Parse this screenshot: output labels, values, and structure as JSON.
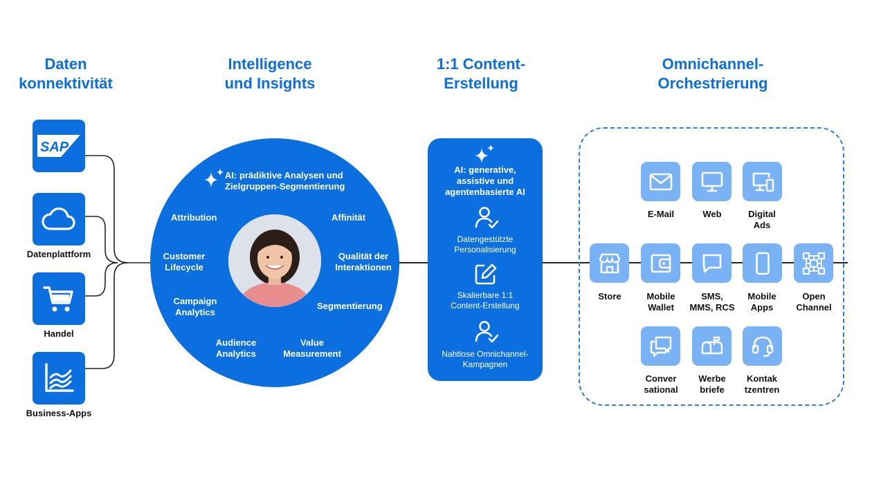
{
  "headings": {
    "col1": [
      "Daten",
      "konnektivität"
    ],
    "col2": [
      "Intelligence",
      "und Insights"
    ],
    "col3": [
      "1:1 Content-",
      "Erstellung"
    ],
    "col4": [
      "Omnichannel-",
      "Orchestrierung"
    ]
  },
  "sources": [
    {
      "label": "",
      "icon": "sap-logo-icon",
      "logo_text": "SAP"
    },
    {
      "label": "Datenplattform",
      "icon": "cloud-icon"
    },
    {
      "label": "Handel",
      "icon": "shopping-cart-icon"
    },
    {
      "label": "Business-Apps",
      "icon": "line-chart-icon"
    }
  ],
  "intelligence": {
    "title": [
      "AI: prädiktive Analysen und",
      "Zielgruppen-Segmentierung"
    ],
    "items": {
      "attribution": [
        "Attribution"
      ],
      "affinitaet": [
        "Affinität"
      ],
      "customer_lifecycle": [
        "Customer",
        "Lifecycle"
      ],
      "qualitaet": [
        "Qualität der",
        "Interaktionen"
      ],
      "campaign": [
        "Campaign",
        "Analytics"
      ],
      "segmentierung": [
        "Segmentierung"
      ],
      "audience": [
        "Audience",
        "Analytics"
      ],
      "value": [
        "Value",
        "Measurement"
      ]
    }
  },
  "content": {
    "title": [
      "AI: generative,",
      "assistive und",
      "agentenbasierte AI"
    ],
    "items": [
      {
        "lines": [
          "Datengestützte",
          "Personalisierung"
        ],
        "icon": "user-check-icon"
      },
      {
        "lines": [
          "Skalierbare 1:1",
          "Content-Erstellung"
        ],
        "icon": "pencil-square-icon"
      },
      {
        "lines": [
          "Nahtlose Omnichannel-",
          "Kampagnen"
        ],
        "icon": "user-check-icon"
      }
    ]
  },
  "channels": {
    "email": [
      "E-Mail"
    ],
    "web": [
      "Web"
    ],
    "digital_ads": [
      "Digital",
      "Ads"
    ],
    "store": [
      "Store"
    ],
    "mobile_wallet": [
      "Mobile",
      "Wallet"
    ],
    "sms": [
      "SMS,",
      "MMS, RCS"
    ],
    "mobile_apps": [
      "Mobile",
      "Apps"
    ],
    "open_channel": [
      "Open",
      "Channel"
    ],
    "conversational": [
      "Conver",
      "sational"
    ],
    "werbebriefe": [
      "Werbe",
      "briefe"
    ],
    "kontaktzentren": [
      "Kontak",
      "tzentren"
    ]
  },
  "colors": {
    "primary": "#0b6fe0",
    "tile_light": "#7ab3f5",
    "text": "#111111"
  }
}
